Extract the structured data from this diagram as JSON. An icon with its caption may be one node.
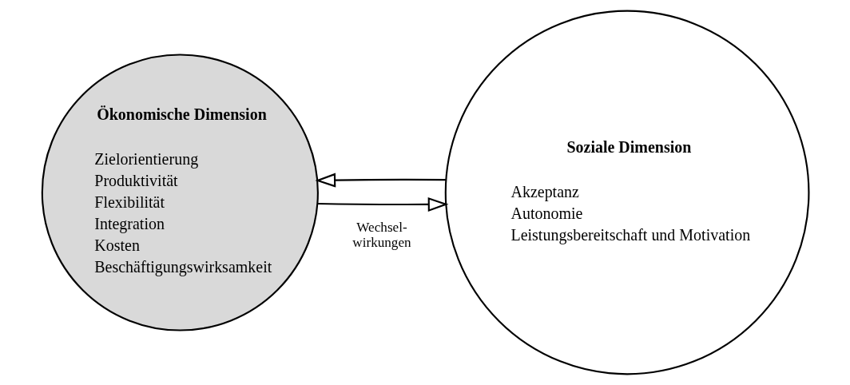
{
  "diagram": {
    "nodes": [
      {
        "text": [
          "Ökonomische Dimension",
          "Zielorientierung",
          "Produktivität",
          "Flexibilität",
          "Integration",
          "Kosten",
          "Beschäftigungswirksamkeit"
        ]
      },
      {
        "text": [
          "Soziale Dimension",
          "Akzeptanz",
          "Autonomie",
          "Leistungsbereitschaft und Motivation"
        ]
      }
    ],
    "edges": [
      {
        "from": 1,
        "to": 0,
        "arrow": "to"
      },
      {
        "from": 0,
        "to": 1,
        "arrow": "to"
      }
    ],
    "labels": [
      "Wechsel- wirkungen"
    ]
  }
}
